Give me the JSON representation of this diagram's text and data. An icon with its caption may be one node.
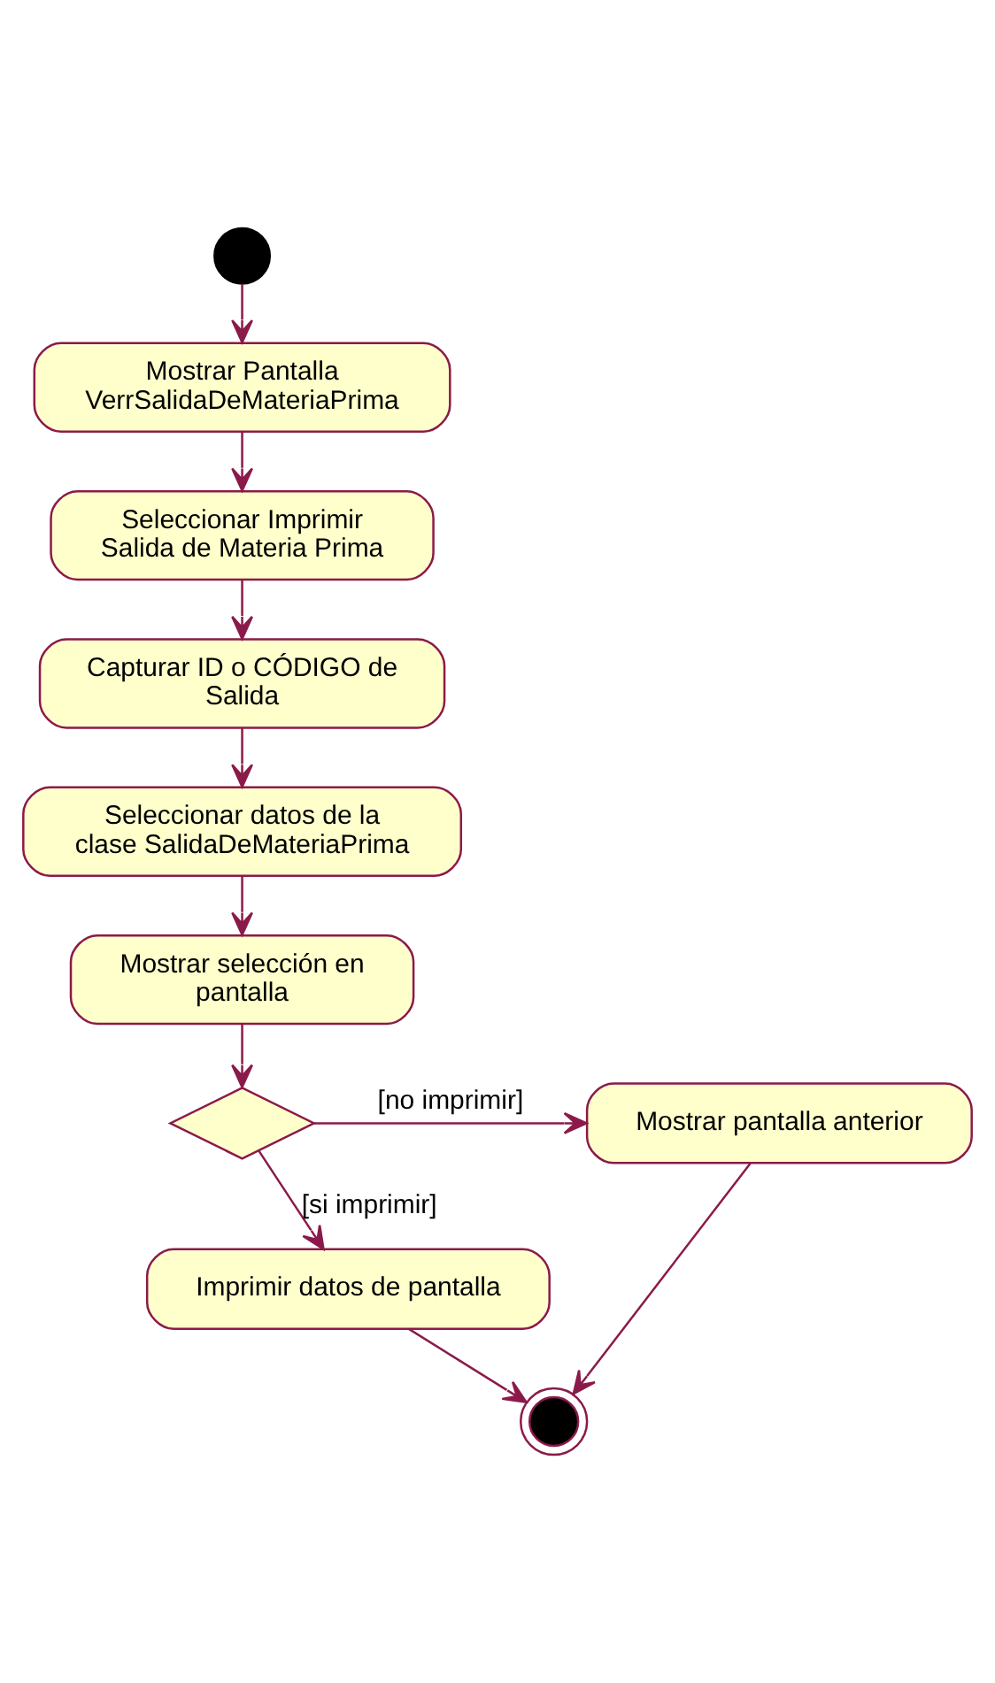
{
  "diagram": {
    "nodes": [
      {
        "text": [],
        "shape": "circle"
      },
      {
        "text": [
          "Mostrar Pantalla VerrSalidaDeMateriaPrima"
        ]
      },
      {
        "text": [
          "Seleccionar Imprimir Salida de Materia Prima"
        ]
      },
      {
        "text": [
          "Capturar ID o CÓDIGO de Salida"
        ]
      },
      {
        "text": [
          "Seleccionar datos de la clase SalidaDeMateriaPrima"
        ]
      },
      {
        "text": [
          "Mostrar selección en pantalla"
        ]
      },
      {
        "text": [],
        "shape": "diamond"
      },
      {
        "text": [
          "Mostrar pantalla anterior"
        ]
      },
      {
        "text": [
          "Imprimir datos de pantalla"
        ]
      },
      {
        "text": [],
        "shape": "bullseye"
      }
    ],
    "edges": [
      {
        "from": 0,
        "to": 1,
        "arrow": "to"
      },
      {
        "from": 1,
        "to": 2,
        "arrow": "to"
      },
      {
        "from": 2,
        "to": 3,
        "arrow": "to"
      },
      {
        "from": 3,
        "to": 4,
        "arrow": "to"
      },
      {
        "from": 4,
        "to": 5,
        "arrow": "to"
      },
      {
        "from": 5,
        "to": 6,
        "arrow": "to"
      },
      {
        "from": 6,
        "to": 7,
        "arrow": "to",
        "label": "[no imprimir]"
      },
      {
        "from": 6,
        "to": 8,
        "arrow": "to",
        "label": "[si imprimir]"
      },
      {
        "from": 8,
        "to": 9,
        "arrow": "to"
      },
      {
        "from": 7,
        "to": 9,
        "arrow": "to"
      }
    ]
  }
}
